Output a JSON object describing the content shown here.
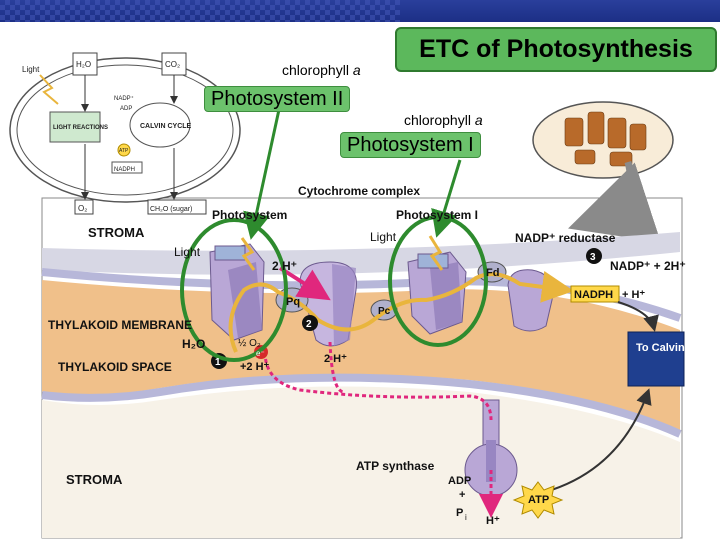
{
  "slide_title": "ETC of Photosynthesis",
  "labels": {
    "chlorophyll_prefix": "chlorophyll ",
    "chlorophyll_a": "a",
    "ps2": "Photosystem II",
    "ps1": "Photosystem I"
  },
  "inset": {
    "light": "Light",
    "h2o": "H₂O",
    "co2": "CO₂",
    "nadp": "NADP⁺",
    "adp": "ADP",
    "light_reactions": "LIGHT REACTIONS",
    "calvin_cycle": "CALVIN CYCLE",
    "atp": "ATP",
    "nadph": "NADPH",
    "o2": "O₂",
    "ch2o": "CH₂O (sugar)"
  },
  "diagram": {
    "cytochrome": "Cytochrome complex",
    "photosystem_ii": "Photosystem",
    "photosystem_i": "Photosystem I",
    "stroma_top": "STROMA",
    "stroma_bottom": "STROMA",
    "light_left": "Light",
    "light_right": "Light",
    "two_h_plus_top": "2 H⁺",
    "pq": "Pq",
    "pc": "Pc",
    "fd": "Fd",
    "step1": "1",
    "step2": "2",
    "step3": "3",
    "e_minus": "e⁻",
    "thylakoid_membrane": "THYLAKOID MEMBRANE",
    "thylakoid_space": "THYLAKOID SPACE",
    "h2o": "H₂O",
    "o2_half": "½ O₂",
    "plus_2h": "+2 H⁺",
    "two_h_plus_space": "2 H⁺",
    "nadp_reductase": "NADP⁺ reductase",
    "nadp_2h": "NADP⁺ + 2H⁺",
    "nadph": "NADPH",
    "plus_h": "+ H⁺",
    "to_calvin": "To Calvin cycle",
    "atp_synthase": "ATP synthase",
    "adp": "ADP",
    "plus": "+",
    "pi": "P",
    "pi_sub": "i",
    "atp": "ATP",
    "h_plus_bottom": "H⁺"
  },
  "colors": {
    "ring_green": "#2e8b2e",
    "label_green": "#6cc26c",
    "lumen": "#f0c08a",
    "membrane": "#b7b7d9",
    "protein": "#b9a7d6",
    "arrow_yellow": "#e9b53d",
    "arrow_magenta": "#e0277d",
    "calvin_blue": "#1f3f8f"
  }
}
